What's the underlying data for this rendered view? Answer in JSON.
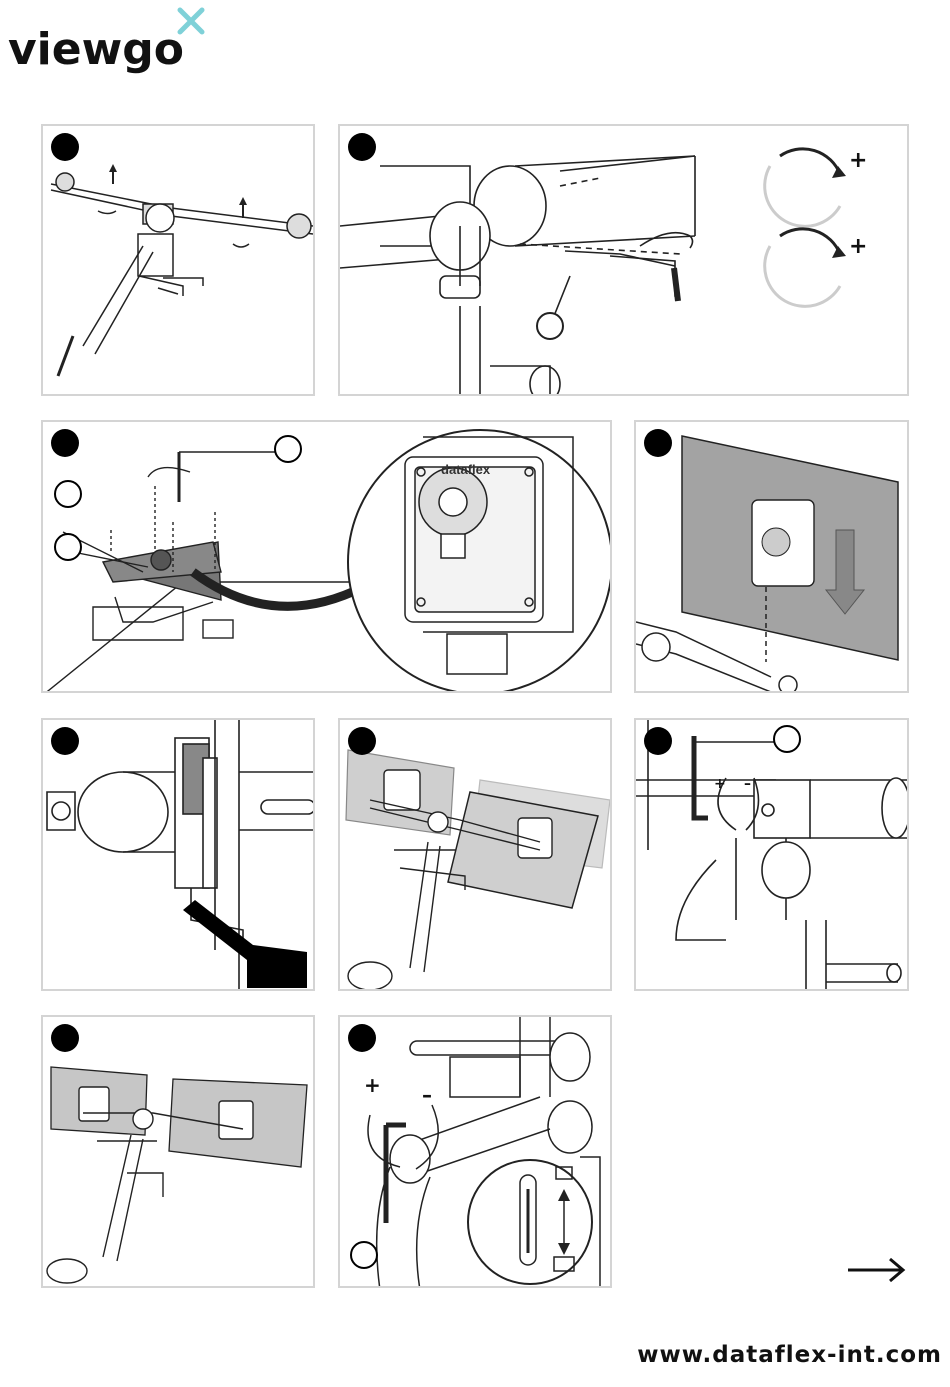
{
  "brand": {
    "name": "viewgo",
    "accent_color": "#7fd1d8"
  },
  "panels": [
    {
      "id": 1,
      "content": "arm-overview-rotation"
    },
    {
      "id": 2,
      "content": "bracket-allen-key-tighten"
    },
    {
      "id": 3,
      "content": "vesa-plate-mounting",
      "brand_mark": "dataflex"
    },
    {
      "id": 4,
      "content": "monitor-slide-down"
    },
    {
      "id": 5,
      "content": "coupling-side-detail"
    },
    {
      "id": 6,
      "content": "monitor-rotation"
    },
    {
      "id": 7,
      "content": "tilt-tension-allen-key",
      "signs": [
        "+",
        "–"
      ]
    },
    {
      "id": 8,
      "content": "dual-monitor-result"
    },
    {
      "id": 9,
      "content": "gas-spring-tension",
      "signs": [
        "+",
        "–"
      ]
    }
  ],
  "rotation_legend": {
    "signs": [
      "+",
      "+"
    ]
  },
  "navigation": {
    "next_icon": "arrow-right-icon"
  },
  "footer": {
    "url": "www.dataflex-int.com"
  }
}
